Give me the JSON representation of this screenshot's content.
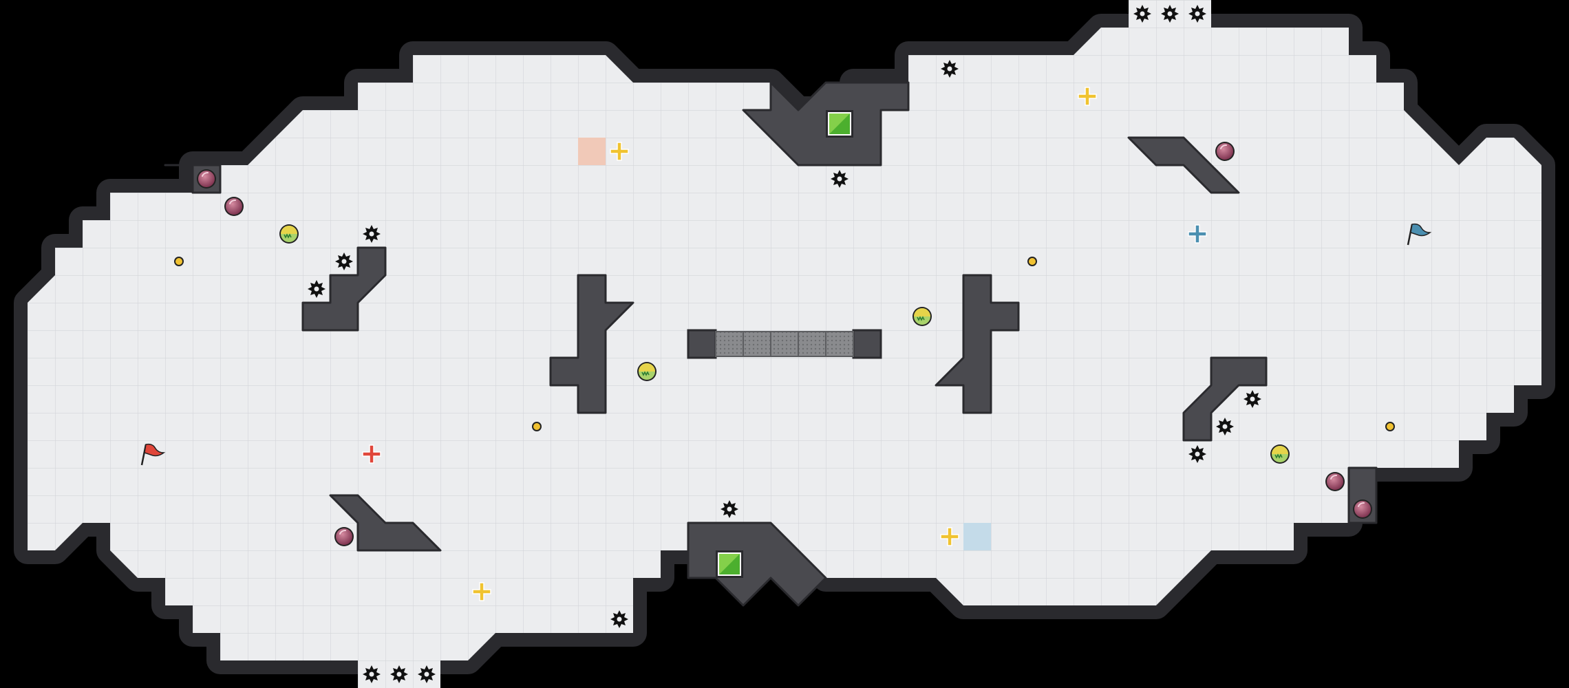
{
  "map": {
    "title": "",
    "colors": {
      "background": "#000000",
      "floor": "#ecedef",
      "floor_grid": "#d5d7db",
      "wall": "#4a4a4f",
      "wall_edge": "#2a2a2e",
      "grate": "#8a8b8e",
      "red_team": "#e0463a",
      "blue_team": "#4b8fb0",
      "spike": "#111111",
      "bomb": "#8c3f5a",
      "boost": "#f0c330",
      "powerup": "#7cb342",
      "portal": "#6cc43a"
    },
    "tile_legend": [
      "floor",
      "wall",
      "spike",
      "bomb",
      "boost",
      "red_boost",
      "blue_boost",
      "powerup",
      "portal",
      "flag",
      "gate"
    ]
  }
}
